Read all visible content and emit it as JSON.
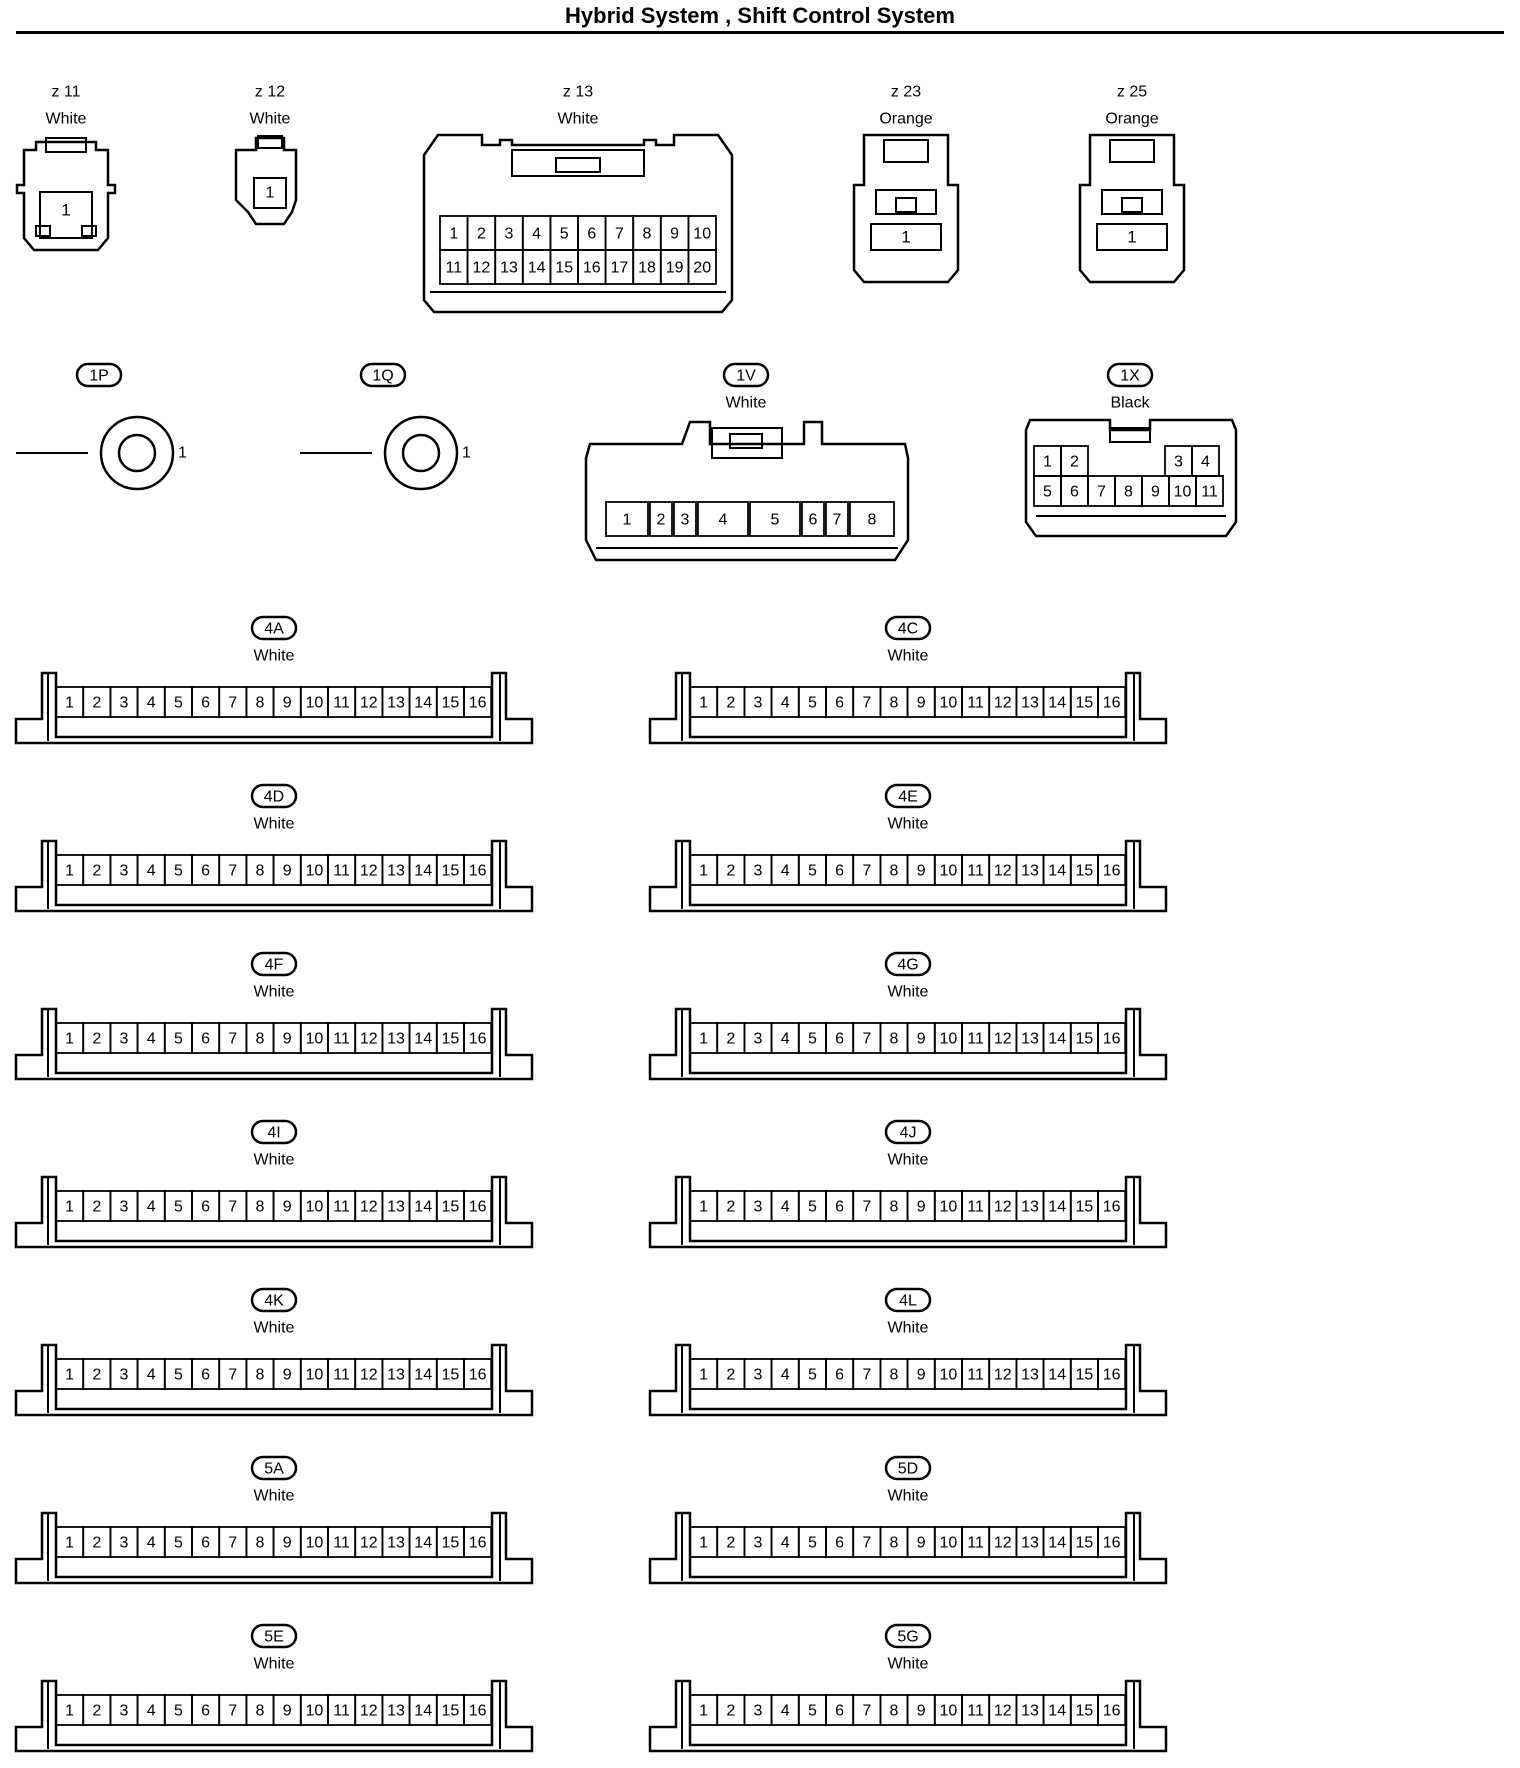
{
  "title": "Hybrid System , Shift Control System",
  "top_connectors": [
    {
      "code": "z 11",
      "color": "White",
      "pins": [
        "1"
      ]
    },
    {
      "code": "z 12",
      "color": "White",
      "pins": [
        "1"
      ]
    },
    {
      "code": "z 13",
      "color": "White",
      "pins": [
        "1",
        "2",
        "3",
        "4",
        "5",
        "6",
        "7",
        "8",
        "9",
        "10",
        "11",
        "12",
        "13",
        "14",
        "15",
        "16",
        "17",
        "18",
        "19",
        "20"
      ]
    },
    {
      "code": "z 23",
      "color": "Orange",
      "pins": [
        "1"
      ]
    },
    {
      "code": "z 25",
      "color": "Orange",
      "pins": [
        "1"
      ]
    }
  ],
  "ring_terminals": [
    {
      "code": "1P",
      "pin": "1"
    },
    {
      "code": "1Q",
      "pin": "1"
    }
  ],
  "mid_connectors": [
    {
      "code": "1V",
      "color": "White",
      "pins": [
        "1",
        "2",
        "3",
        "4",
        "5",
        "6",
        "7",
        "8"
      ]
    },
    {
      "code": "1X",
      "color": "Black",
      "pins": [
        "1",
        "2",
        "3",
        "4",
        "5",
        "6",
        "7",
        "8",
        "9",
        "10",
        "11"
      ]
    }
  ],
  "strip_pins": [
    "1",
    "2",
    "3",
    "4",
    "5",
    "6",
    "7",
    "8",
    "9",
    "10",
    "11",
    "12",
    "13",
    "14",
    "15",
    "16"
  ],
  "strip_connectors": [
    {
      "code": "4A",
      "color": "White"
    },
    {
      "code": "4C",
      "color": "White"
    },
    {
      "code": "4D",
      "color": "White"
    },
    {
      "code": "4E",
      "color": "White"
    },
    {
      "code": "4F",
      "color": "White"
    },
    {
      "code": "4G",
      "color": "White"
    },
    {
      "code": "4I",
      "color": "White"
    },
    {
      "code": "4J",
      "color": "White"
    },
    {
      "code": "4K",
      "color": "White"
    },
    {
      "code": "4L",
      "color": "White"
    },
    {
      "code": "5A",
      "color": "White"
    },
    {
      "code": "5D",
      "color": "White"
    },
    {
      "code": "5E",
      "color": "White"
    },
    {
      "code": "5G",
      "color": "White"
    }
  ]
}
